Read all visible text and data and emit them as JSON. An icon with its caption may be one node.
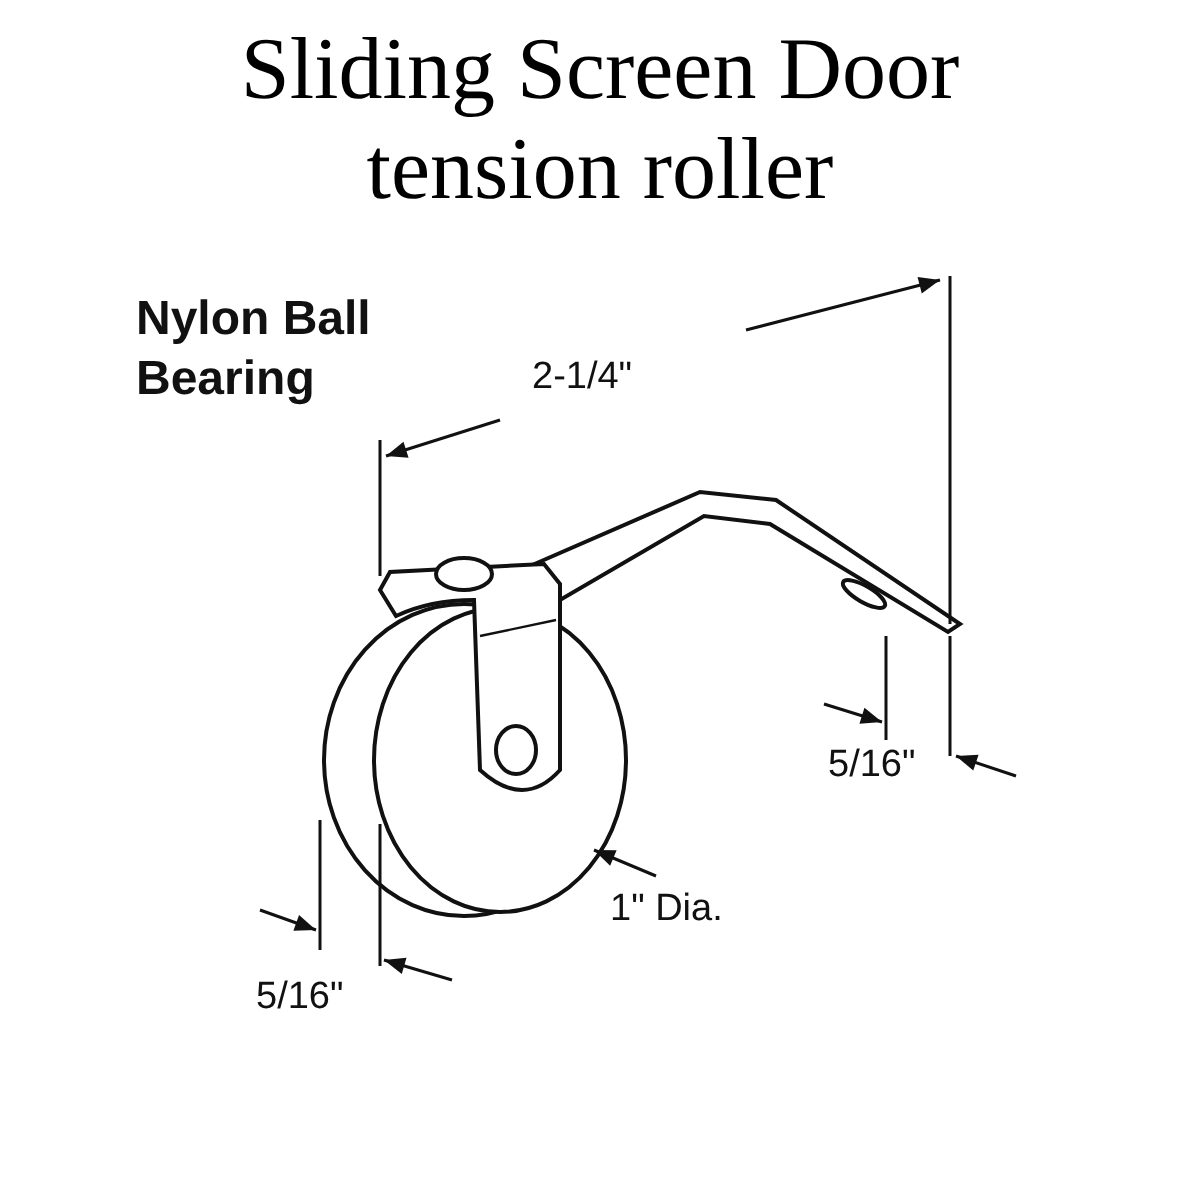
{
  "diagram": {
    "title": "Sliding Screen Door tension roller",
    "labels": [
      "Nylon Ball Bearing",
      "2-1/4\"",
      "5/16\"",
      "1\" Dia.",
      "5/16\""
    ]
  }
}
